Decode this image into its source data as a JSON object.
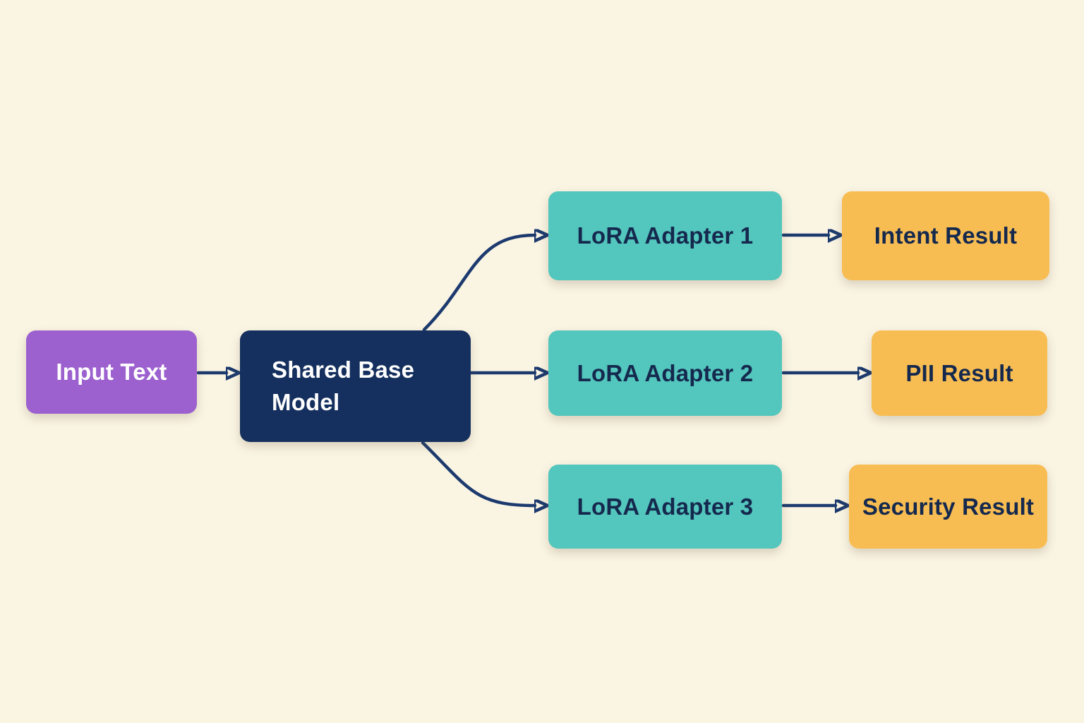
{
  "diagram": {
    "background_color": "#FAF4E3",
    "arrow_color": "#1C3A6E",
    "nodes": {
      "input": {
        "label": "Input Text",
        "color": "#9C61CF",
        "text_color": "#FFFFFF"
      },
      "base": {
        "label": "Shared Base Model",
        "color": "#15305E",
        "text_color": "#FFFFFF"
      },
      "adapter1": {
        "label": "LoRA Adapter 1",
        "color": "#53C6BD",
        "text_color": "#15294E"
      },
      "adapter2": {
        "label": "LoRA Adapter 2",
        "color": "#53C6BD",
        "text_color": "#15294E"
      },
      "adapter3": {
        "label": "LoRA Adapter 3",
        "color": "#53C6BD",
        "text_color": "#15294E"
      },
      "intent": {
        "label": "Intent Result",
        "color": "#F8BD52",
        "text_color": "#15294E"
      },
      "pii": {
        "label": "PII Result",
        "color": "#F8BD52",
        "text_color": "#15294E"
      },
      "security": {
        "label": "Security Result",
        "color": "#F8BD52",
        "text_color": "#15294E"
      }
    },
    "edges": [
      {
        "from": "Input Text",
        "to": "Shared Base Model"
      },
      {
        "from": "Shared Base Model",
        "to": "LoRA Adapter 1"
      },
      {
        "from": "Shared Base Model",
        "to": "LoRA Adapter 2"
      },
      {
        "from": "Shared Base Model",
        "to": "LoRA Adapter 3"
      },
      {
        "from": "LoRA Adapter 1",
        "to": "Intent Result"
      },
      {
        "from": "LoRA Adapter 2",
        "to": "PII Result"
      },
      {
        "from": "LoRA Adapter 3",
        "to": "Security Result"
      }
    ]
  }
}
